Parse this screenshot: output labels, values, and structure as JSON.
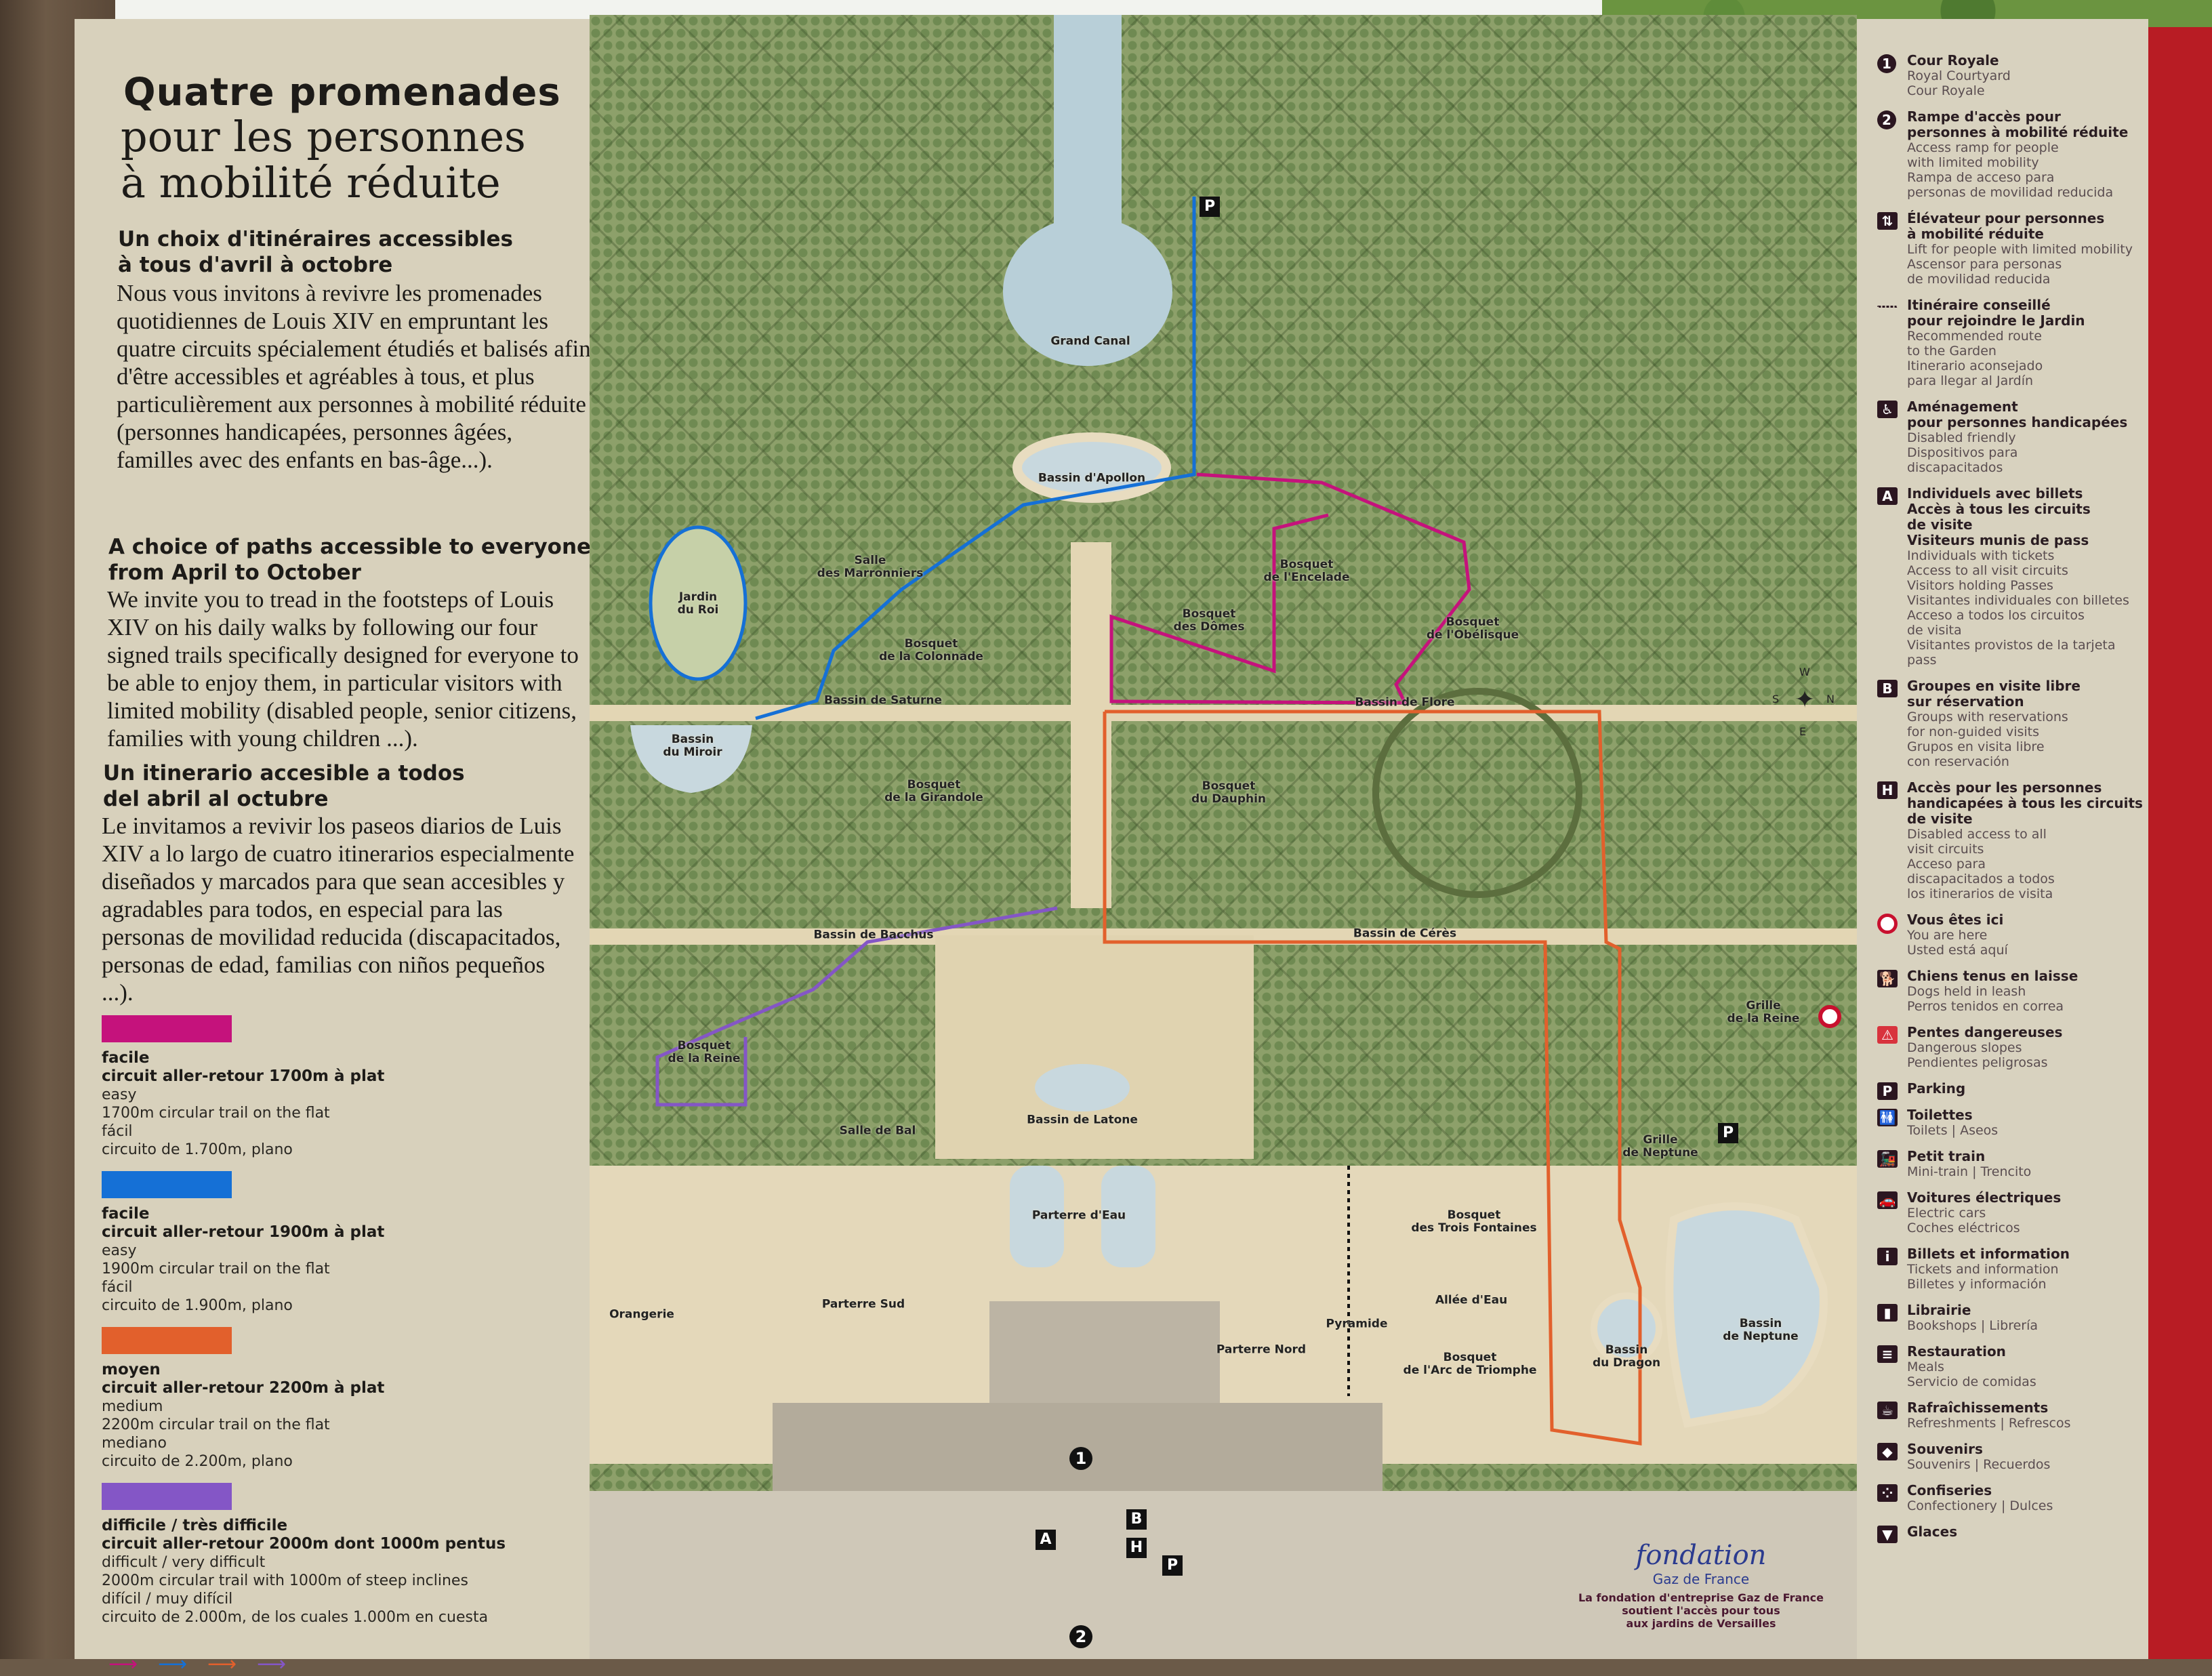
{
  "intro": {
    "title_bold": "Quatre promenades",
    "title_serif_1": "pour les personnes",
    "title_serif_2": "à mobilité réduite",
    "fr_heading": "Un choix d'itinéraires accessibles\nà tous d'avril à octobre",
    "fr_body": "Nous vous invitons à revivre les promenades quotidiennes de Louis XIV en empruntant les quatre circuits spécialement étudiés et balisés afin d'être accessibles et agréables à tous, et plus particulièrement aux personnes à mobilité réduite (personnes handicapées, personnes âgées, familles avec des enfants en bas-âge...).",
    "en_heading": "A choice of paths accessible to everyone\nfrom April to October",
    "en_body": "We invite you to tread in the footsteps of Louis XIV on his daily walks by following our four signed trails specifically designed for everyone to be able to enjoy them, in particular visitors with limited mobility (disabled people, senior citizens, families with young children ...).",
    "es_heading": "Un itinerario accesible a todos\ndel abril al octubre",
    "es_body": "Le invitamos a revivir los paseos diarios de Luis XIV a lo largo de cuatro itinerarios especialmente diseñados y marcados para que sean accesibles y agradables para todos, en especial para las personas de movilidad reducida (discapacitados, personas de edad, familias con niños pequeños ...)."
  },
  "trails": [
    {
      "color": "#c5127c",
      "fr_level": "facile",
      "fr_desc": "circuit aller-retour 1700m à plat",
      "en_level": "easy",
      "en_desc": "1700m circular trail on the flat",
      "es_level": "fácil",
      "es_desc": "circuito de 1.700m, plano"
    },
    {
      "color": "#1570d6",
      "fr_level": "facile",
      "fr_desc": "circuit aller-retour 1900m à plat",
      "en_level": "easy",
      "en_desc": "1900m circular trail on the flat",
      "es_level": "fácil",
      "es_desc": "circuito de 1.900m, plano"
    },
    {
      "color": "#e2602c",
      "fr_level": "moyen",
      "fr_desc": "circuit aller-retour 2200m à plat",
      "en_level": "medium",
      "en_desc": "2200m circular trail on the flat",
      "es_level": "mediano",
      "es_desc": "circuito de 2.200m, plano"
    },
    {
      "color": "#8456c6",
      "fr_level": "difficile / très difficile",
      "fr_desc": "circuit aller-retour 2000m dont 1000m pentus",
      "en_level": "difficult / very difficult",
      "en_desc": "2000m circular trail with 1000m of steep inclines",
      "es_level": "difícil / muy difícil",
      "es_desc": "circuito de 2.000m, de los cuales 1.000m en cuesta"
    }
  ],
  "map_labels": [
    {
      "text": "Grand Canal"
    },
    {
      "text": "Bassin d'Apollon"
    },
    {
      "text": "Salle\ndes Marronniers"
    },
    {
      "text": "Jardin\ndu Roi"
    },
    {
      "text": "Bosquet\nde la Colonnade"
    },
    {
      "text": "Bassin de Saturne"
    },
    {
      "text": "Bassin\ndu Miroir"
    },
    {
      "text": "Bosquet\ndes Dômes"
    },
    {
      "text": "Bosquet\nde l'Encelade"
    },
    {
      "text": "Bosquet\nde l'Obélisque"
    },
    {
      "text": "Bassin de Flore"
    },
    {
      "text": "Bosquet\nde la Girandole"
    },
    {
      "text": "Bosquet\ndu Dauphin"
    },
    {
      "text": "Bassin de Bacchus"
    },
    {
      "text": "Bassin de Cérès"
    },
    {
      "text": "Bosquet\nde la Reine"
    },
    {
      "text": "Salle de Bal"
    },
    {
      "text": "Bassin de Latone"
    },
    {
      "text": "Grille\nde la Reine"
    },
    {
      "text": "Grille\nde Neptune"
    },
    {
      "text": "Parterre d'Eau"
    },
    {
      "text": "Bosquet\ndes Trois Fontaines"
    },
    {
      "text": "Orangerie"
    },
    {
      "text": "Parterre Sud"
    },
    {
      "text": "Pyramide"
    },
    {
      "text": "Parterre Nord"
    },
    {
      "text": "Allée d'Eau"
    },
    {
      "text": "Bosquet\nde l'Arc de Triomphe"
    },
    {
      "text": "Bassin\ndu Dragon"
    },
    {
      "text": "Bassin\nde Neptune"
    }
  ],
  "map_markers": {
    "one": "1",
    "two": "2",
    "a": "A",
    "b": "B",
    "h": "H",
    "p": "P"
  },
  "compass": {
    "n": "N",
    "s": "S",
    "e": "E",
    "w": "W"
  },
  "legend": [
    {
      "icon": "1",
      "kind": "round",
      "name": "cour-royale-number-icon",
      "b": "Cour Royale",
      "n": "Royal Courtyard\nCour Royale"
    },
    {
      "icon": "2",
      "kind": "round",
      "name": "access-ramp-number-icon",
      "b": "Rampe d'accès pour\npersonnes à mobilité réduite",
      "n": "Access ramp for people\nwith limited mobility\nRampa de acceso para\npersonas de movilidad reducida"
    },
    {
      "icon": "⇅",
      "kind": "sq",
      "name": "lift-icon",
      "b": "Élévateur pour personnes\nà mobilité réduite",
      "n": "Lift for people with limited mobility\nAscensor para personas\nde movilidad reducida"
    },
    {
      "icon": "",
      "kind": "dots",
      "name": "dotted-route-icon",
      "b": "Itinéraire conseillé\npour rejoindre le Jardin",
      "n": "Recommended route\nto the Garden\nItinerario aconsejado\npara llegar al Jardín"
    },
    {
      "icon": "♿",
      "kind": "sq",
      "name": "wheelchair-icon",
      "b": "Aménagement\npour personnes handicapées",
      "n": "Disabled friendly\nDispositivos para\ndiscapacitados"
    },
    {
      "icon": "A",
      "kind": "sq",
      "name": "letter-a-icon",
      "b": "Individuels avec billets\nAccès à tous les circuits\nde visite\nVisiteurs munis de pass",
      "n": "Individuals with tickets\nAccess to all visit circuits\nVisitors holding Passes\nVisitantes individuales con billetes\nAcceso a todos los circuitos\nde visita\nVisitantes provistos de la tarjeta\npass"
    },
    {
      "icon": "B",
      "kind": "sq",
      "name": "letter-b-icon",
      "b": "Groupes en visite libre\nsur réservation",
      "n": "Groups with reservations\nfor non-guided visits\nGrupos en visita libre\ncon reservación"
    },
    {
      "icon": "H",
      "kind": "sq",
      "name": "letter-h-icon",
      "b": "Accès pour les personnes\nhandicapées à tous les circuits\nde visite",
      "n": "Disabled access to all\nvisit circuits\nAcceso para\ndiscapacitados a todos\nlos itinerarios de visita"
    },
    {
      "icon": "",
      "kind": "target",
      "name": "you-are-here-icon",
      "b": "Vous êtes ici",
      "n": "You are here\nUsted está aquí"
    },
    {
      "icon": "🐕",
      "kind": "sq",
      "name": "dog-icon",
      "b": "Chiens tenus en laisse",
      "n": "Dogs held in leash\nPerros tenidos en correa"
    },
    {
      "icon": "⚠",
      "kind": "red",
      "name": "danger-slope-icon",
      "b": "Pentes dangereuses",
      "n": "Dangerous slopes\nPendientes peligrosas"
    },
    {
      "icon": "P",
      "kind": "sq",
      "name": "parking-icon",
      "b": "Parking",
      "n": ""
    },
    {
      "icon": "🚻",
      "kind": "sq",
      "name": "toilets-icon",
      "b": "Toilettes",
      "n": "Toilets | Aseos"
    },
    {
      "icon": "🚂",
      "kind": "sq",
      "name": "train-icon",
      "b": "Petit train",
      "n": "Mini-train | Trencito"
    },
    {
      "icon": "🚗",
      "kind": "sq",
      "name": "electric-car-icon",
      "b": "Voitures électriques",
      "n": "Electric cars\nCoches eléctricos"
    },
    {
      "icon": "i",
      "kind": "sq",
      "name": "info-icon",
      "b": "Billets et information",
      "n": "Tickets and information\nBilletes y información"
    },
    {
      "icon": "▮",
      "kind": "sq",
      "name": "bookshop-icon",
      "b": "Librairie",
      "n": "Bookshops | Librería"
    },
    {
      "icon": "≡",
      "kind": "sq",
      "name": "restaurant-icon",
      "b": "Restauration",
      "n": "Meals\nServicio de comidas"
    },
    {
      "icon": "☕",
      "kind": "sq",
      "name": "refreshments-icon",
      "b": "Rafraîchissements",
      "n": "Refreshments | Refrescos"
    },
    {
      "icon": "◆",
      "kind": "sq",
      "name": "souvenirs-icon",
      "b": "Souvenirs",
      "n": "Souvenirs | Recuerdos"
    },
    {
      "icon": "⁘",
      "kind": "sq",
      "name": "confectionery-icon",
      "b": "Confiseries",
      "n": "Confectionery | Dulces"
    },
    {
      "icon": "▼",
      "kind": "sq",
      "name": "ice-cream-icon",
      "b": "Glaces",
      "n": ""
    }
  ],
  "sponsor": {
    "logo_script": "fondation",
    "logo_name": "Gaz de France",
    "text": "La fondation d'entreprise Gaz de France\nsoutient l'accès pour tous\naux jardins de Versailles"
  }
}
